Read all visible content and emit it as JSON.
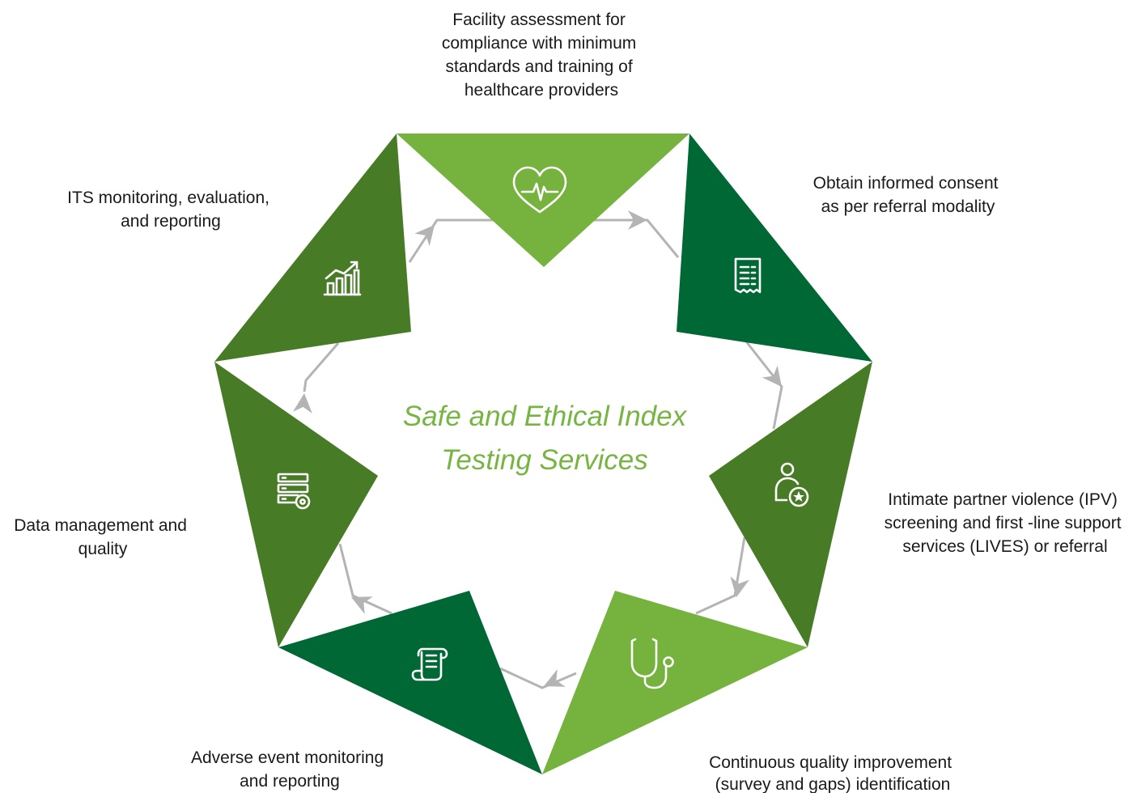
{
  "title": {
    "line1": "Safe and Ethical Index",
    "line2": "Testing Services"
  },
  "steps": [
    {
      "icon": "heartbeat-icon",
      "lines": [
        "Facility assessment for",
        "compliance with minimum",
        "standards and training of",
        "healthcare providers"
      ]
    },
    {
      "icon": "document-icon",
      "lines": [
        "Obtain informed consent",
        "as per referral modality"
      ]
    },
    {
      "icon": "person-star-icon",
      "lines": [
        "Intimate partner violence (IPV)",
        "screening and first -line support",
        "services (LIVES) or referral"
      ]
    },
    {
      "icon": "stethoscope-icon",
      "lines": [
        "Continuous quality improvement",
        "(survey and gaps) identification"
      ]
    },
    {
      "icon": "scroll-icon",
      "lines": [
        "Adverse event monitoring",
        "and reporting"
      ]
    },
    {
      "icon": "server-gear-icon",
      "lines": [
        "Data management and",
        "quality"
      ]
    },
    {
      "icon": "bar-chart-trend-icon",
      "lines": [
        "ITS monitoring, evaluation,",
        "and reporting"
      ]
    }
  ],
  "colors": {
    "light_green": "#75b23e",
    "mid_green": "#477b26",
    "dark_green": "#006834",
    "title_green": "#77b543",
    "arrow_gray": "#b4b4b6",
    "label_text": "#1a1a1a"
  }
}
